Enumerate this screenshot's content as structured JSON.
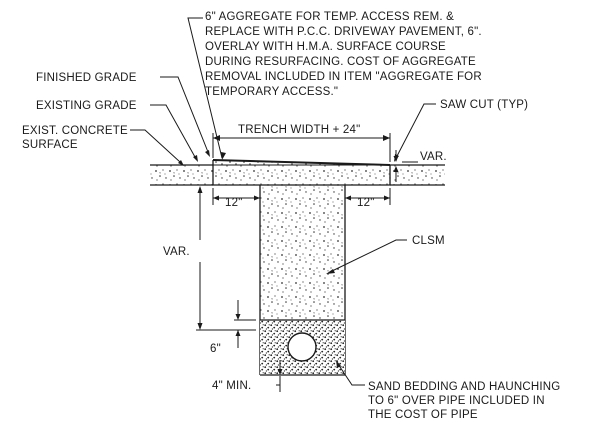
{
  "notes": {
    "aggregate": [
      "6\" AGGREGATE FOR TEMP. ACCESS REM. &",
      "REPLACE WITH P.C.C. DRIVEWAY PAVEMENT, 6\".",
      "OVERLAY WITH H.M.A. SURFACE COURSE",
      "DURING RESURFACING. COST OF AGGREGATE",
      "REMOVAL INCLUDED IN ITEM \"AGGREGATE FOR",
      "TEMPORARY ACCESS.\""
    ],
    "finished_grade": "FINISHED GRADE",
    "existing_grade": "EXISTING GRADE",
    "exist_concrete": [
      "EXIST. CONCRETE",
      "SURFACE"
    ],
    "saw_cut": "SAW CUT (TYP)",
    "trench_width": "TRENCH WIDTH + 24\"",
    "var_top": "VAR.",
    "twelve_left": "12\"",
    "twelve_right": "12\"",
    "var_left": "VAR.",
    "clsm": "CLSM",
    "six_in": "6\"",
    "four_min": "4\" MIN.",
    "sand_bedding": [
      "SAND BEDDING AND HAUNCHING",
      "TO 6\" OVER PIPE INCLUDED IN",
      "THE COST OF PIPE"
    ]
  }
}
